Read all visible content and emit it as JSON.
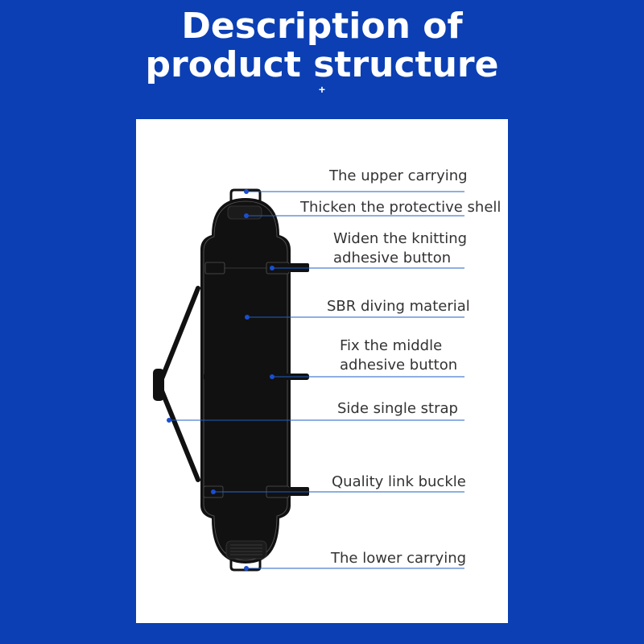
{
  "header": {
    "title_line1": "Description of",
    "title_line2": "product structure",
    "mark": "+"
  },
  "labels": [
    {
      "id": "upper-carrying",
      "text": "The upper carrying"
    },
    {
      "id": "protective-shell",
      "text": "Thicken the protective shell"
    },
    {
      "id": "knitting-button-1",
      "text": "Widen the knitting"
    },
    {
      "id": "knitting-button-2",
      "text": "adhesive button"
    },
    {
      "id": "sbr-material",
      "text": "SBR diving material"
    },
    {
      "id": "middle-button-1",
      "text": "Fix the middle"
    },
    {
      "id": "middle-button-2",
      "text": "adhesive button"
    },
    {
      "id": "side-strap",
      "text": "Side single strap"
    },
    {
      "id": "link-buckle",
      "text": "Quality link buckle"
    },
    {
      "id": "lower-carrying",
      "text": "The lower carrying"
    }
  ],
  "colors": {
    "background": "#0b3fb3",
    "panel": "#ffffff",
    "leader_line": "#1f5fc4",
    "dot": "#1a4fd0",
    "bag": "#111111"
  }
}
